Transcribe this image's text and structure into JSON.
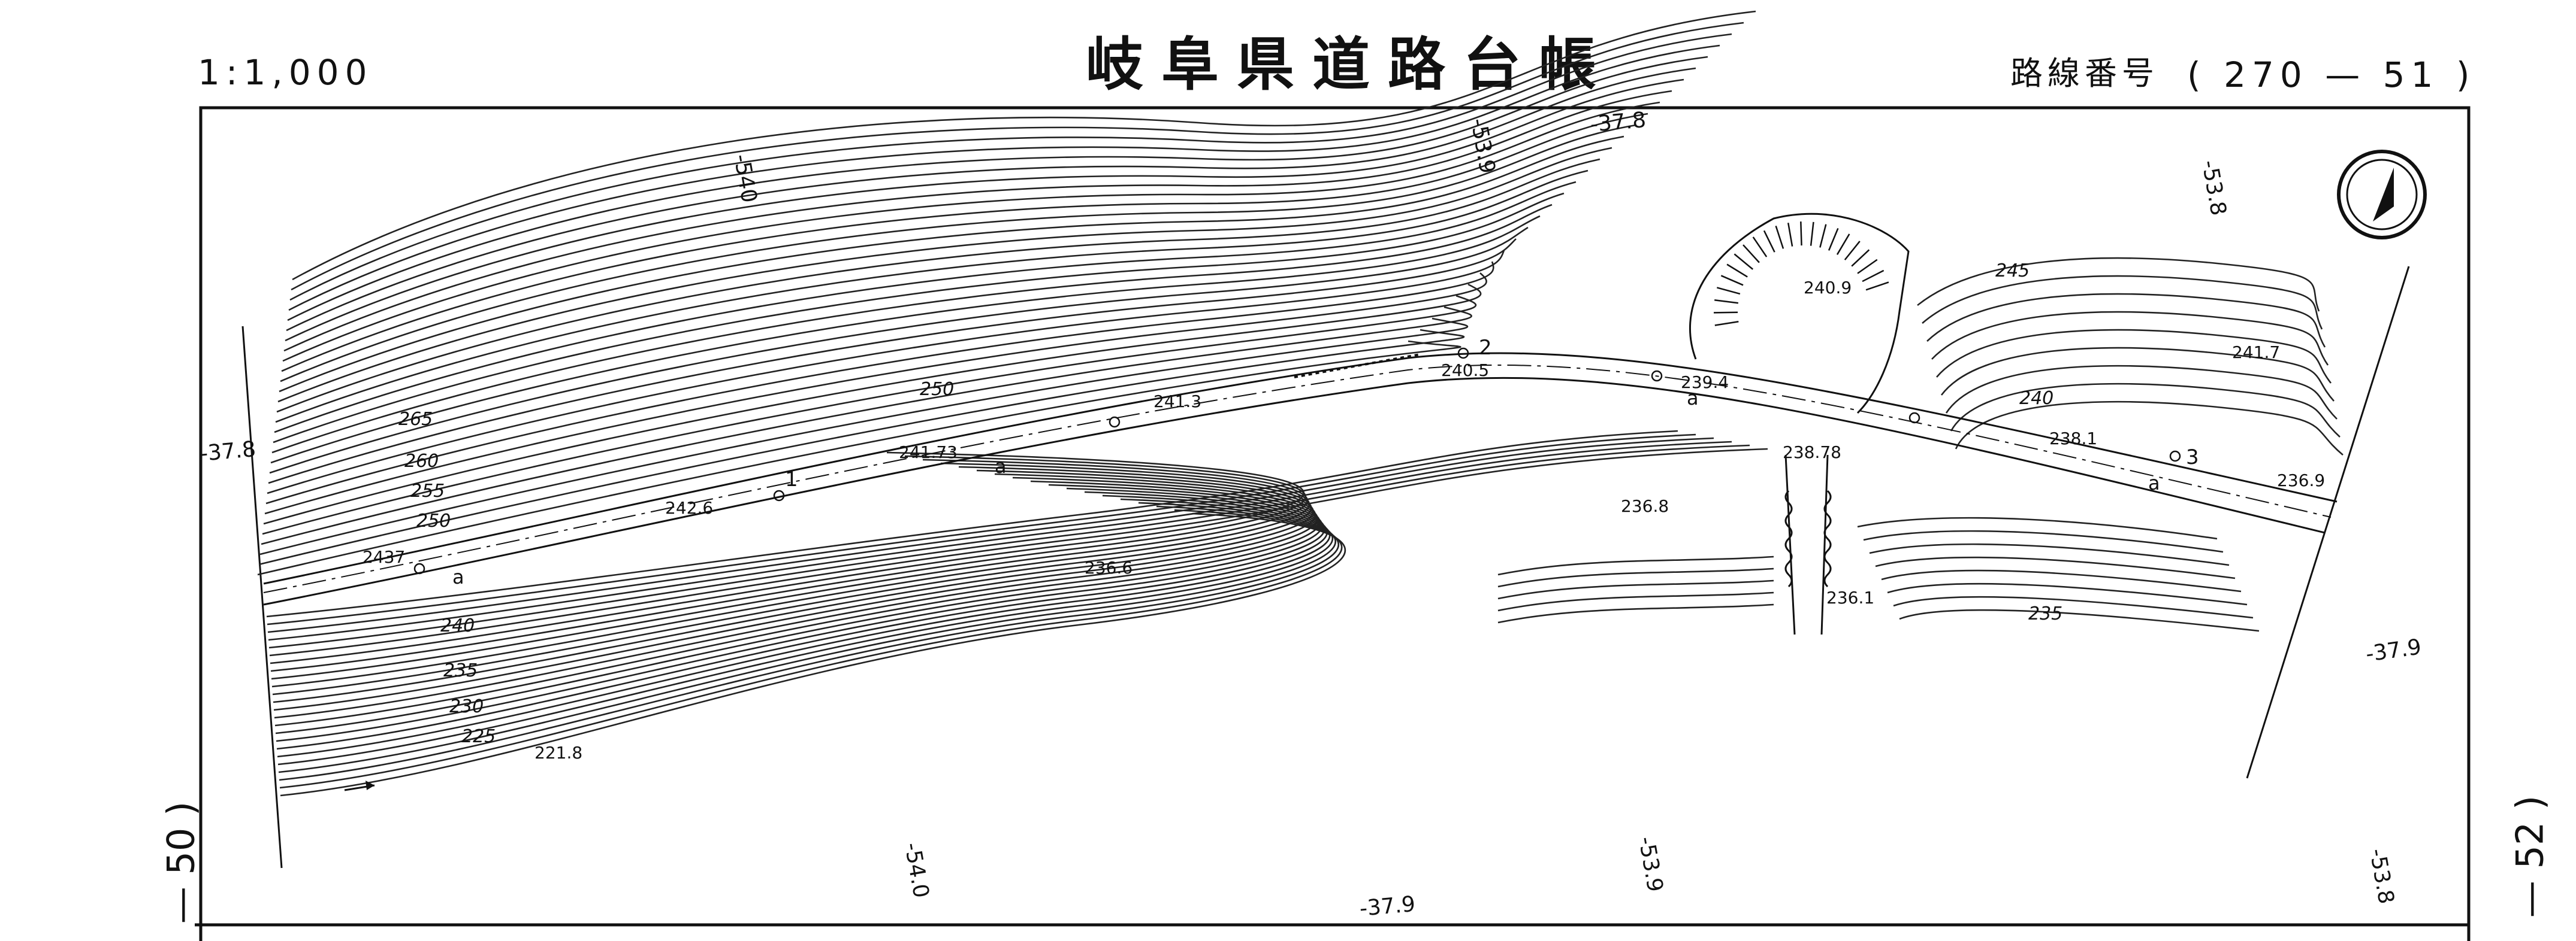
{
  "header": {
    "scale": "1:1,000",
    "title": "岐阜県道路台帳",
    "route_label": "路線番号",
    "route_number": "( 270 — 51 )"
  },
  "side_labels": {
    "left": "— 50 )",
    "right": "— 52 )"
  },
  "grid_labels": [
    "-540",
    "-53.9",
    "-37.8",
    "-53.8",
    "-37.8",
    "-37.9",
    "-54.0",
    "-53.9",
    "-53.8",
    "-37.9"
  ],
  "contour_labels": [
    "265",
    "260",
    "255",
    "250",
    "250",
    "240",
    "235",
    "230",
    "225",
    "245",
    "240",
    "235"
  ],
  "spot_heights": [
    "240.9",
    "241.7",
    "241.3",
    "241.73",
    "240.5",
    "239.4",
    "238.1",
    "236.9",
    "242.6",
    "2437",
    "236.8",
    "236.6",
    "236.1",
    "238.78",
    "221.8"
  ],
  "station_labels": [
    "1",
    "2",
    "3"
  ],
  "road_marks": [
    "a",
    "a",
    "a",
    "a"
  ],
  "colors": {
    "ink": "#111111",
    "paper": "#ffffff"
  },
  "icons": [
    "north-arrow-icon"
  ]
}
